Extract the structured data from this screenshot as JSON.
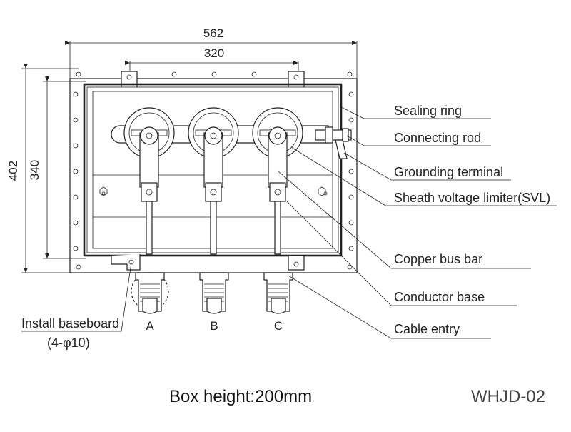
{
  "dimensions": {
    "overall_width": "562",
    "inner_width": "320",
    "overall_height": "402",
    "inner_height": "340"
  },
  "callouts": [
    {
      "id": "sealing-ring",
      "label": "Sealing ring"
    },
    {
      "id": "connecting-rod",
      "label": "Connecting rod"
    },
    {
      "id": "grounding-terminal",
      "label": "Grounding terminal"
    },
    {
      "id": "svl",
      "label": "Sheath voltage limiter(SVL)"
    },
    {
      "id": "copper-bus-bar",
      "label": "Copper bus bar"
    },
    {
      "id": "conductor-base",
      "label": "Conductor base"
    },
    {
      "id": "cable-entry",
      "label": "Cable entry"
    }
  ],
  "install": {
    "label": "Install baseboard",
    "spec": "(4-φ10)"
  },
  "phases": [
    "A",
    "B",
    "C"
  ],
  "caption": "Box height:200mm",
  "model": "WHJD-02"
}
